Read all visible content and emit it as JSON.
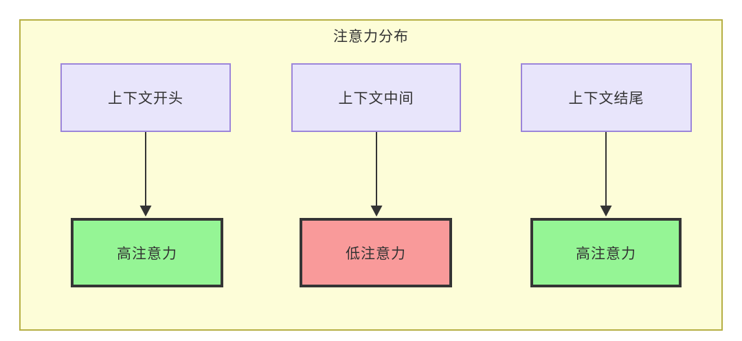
{
  "diagram": {
    "title": "注意力分布",
    "container": {
      "fill": "#fdfdd8",
      "stroke": "#b5ae42"
    },
    "columns": [
      {
        "id": "start",
        "context": {
          "label": "上下文开头",
          "fill": "#e8e5fb",
          "stroke": "#9b84da"
        },
        "attention": {
          "label": "高注意力",
          "fill": "#95f595",
          "stroke": "#353535",
          "level": "high"
        },
        "edge": {
          "from": "上下文开头",
          "to": "高注意力",
          "style": "solid-arrow",
          "color": "#333333"
        }
      },
      {
        "id": "middle",
        "context": {
          "label": "上下文中间",
          "fill": "#e8e5fb",
          "stroke": "#9b84da"
        },
        "attention": {
          "label": "低注意力",
          "fill": "#f99a9a",
          "stroke": "#353535",
          "level": "low"
        },
        "edge": {
          "from": "上下文中间",
          "to": "低注意力",
          "style": "solid-arrow",
          "color": "#333333"
        }
      },
      {
        "id": "end",
        "context": {
          "label": "上下文结尾",
          "fill": "#e8e5fb",
          "stroke": "#9b84da"
        },
        "attention": {
          "label": "高注意力",
          "fill": "#95f595",
          "stroke": "#353535",
          "level": "high"
        },
        "edge": {
          "from": "上下文结尾",
          "to": "高注意力",
          "style": "solid-arrow",
          "color": "#333333"
        }
      }
    ]
  }
}
